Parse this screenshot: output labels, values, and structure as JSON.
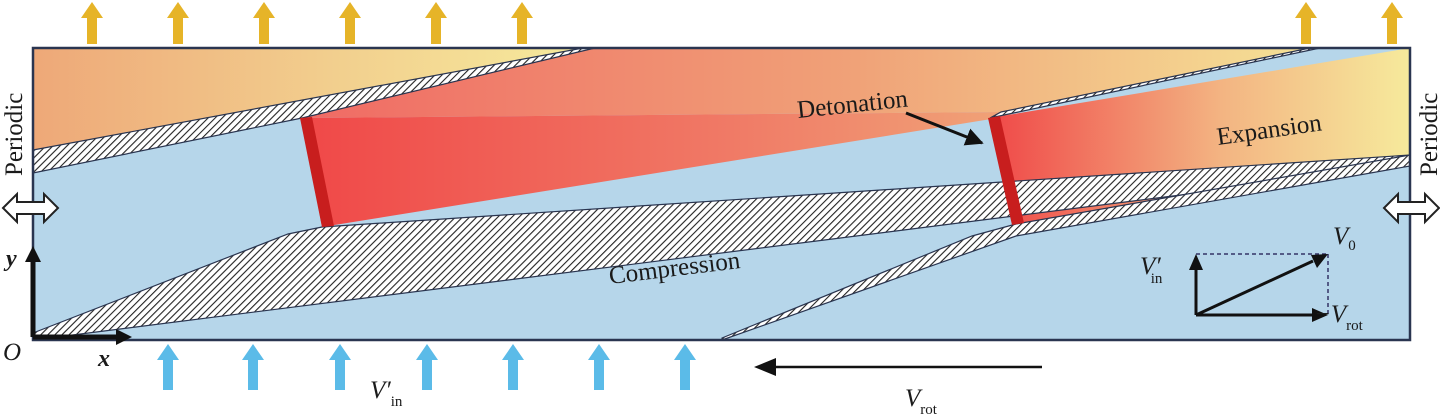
{
  "labels": {
    "detonation": "Detonation",
    "expansion": "Expansion",
    "compression": "Compression",
    "periodic_left": "Periodic",
    "periodic_right": "Periodic"
  },
  "axes": {
    "origin": "O",
    "x": "x",
    "y": "y"
  },
  "velocities": {
    "inflow_main": "V′",
    "inflow_sub": "in",
    "rot_main": "V",
    "rot_sub": "rot",
    "inset_v0_main": "V",
    "inset_v0_sub": "0",
    "inset_vin_main": "V′",
    "inset_vin_sub": "in",
    "inset_vrot_main": "−V",
    "inset_vrot_sub": "rot"
  },
  "colors": {
    "fresh_mixture": "#b6d6ea",
    "burned_gas_light": "#f6ea9c",
    "burned_gas_orange": "#eea878",
    "detonation_front": "#c81e1e",
    "hot_gas": "#f04c4c",
    "outflow_arrow": "#e6b428",
    "inflow_arrow": "#5bbbe8",
    "outline": "#2a3550"
  }
}
